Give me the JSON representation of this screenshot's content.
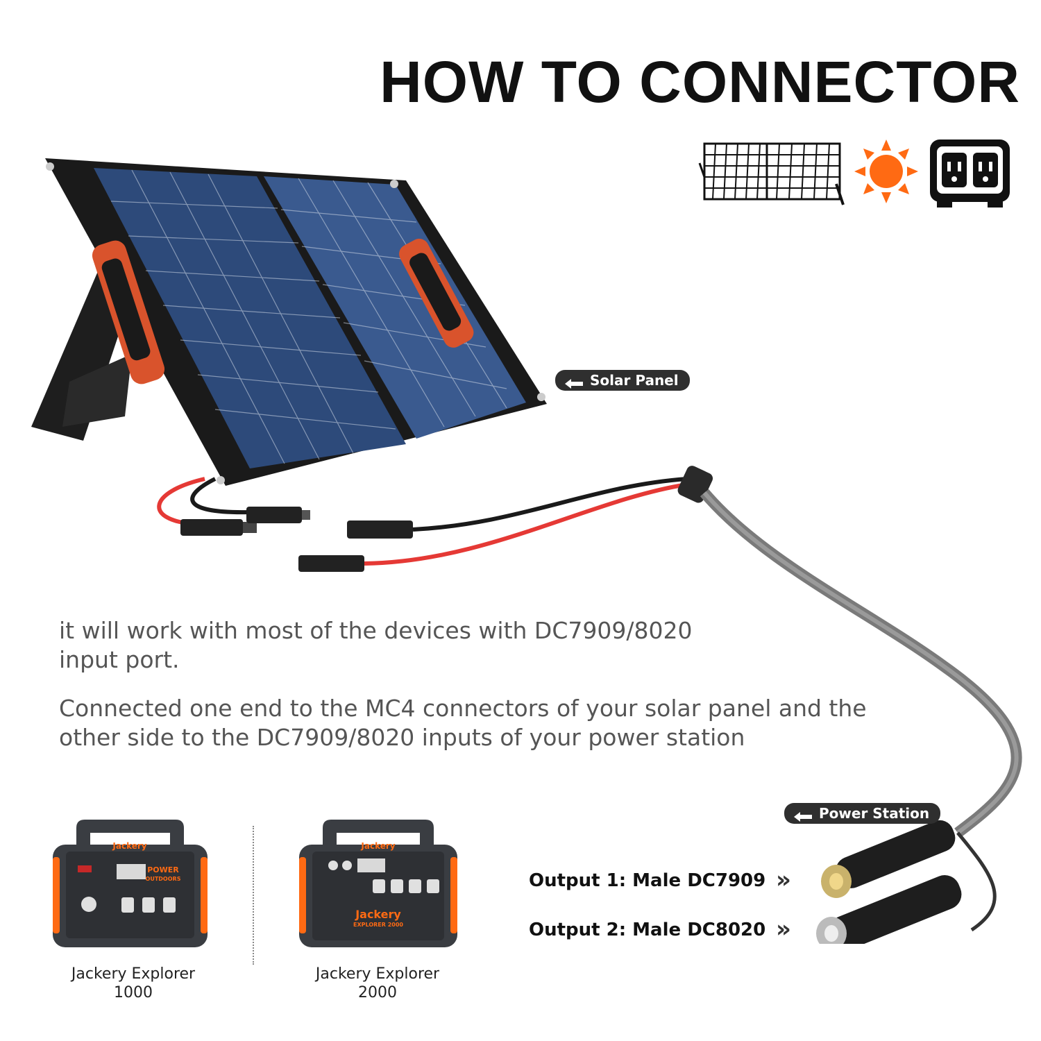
{
  "title": "HOW TO CONNECTOR",
  "labels": {
    "solar_panel": "Solar Panel",
    "power_station": "Power Station"
  },
  "description": {
    "line1": "it will work with most of the devices with DC7909/8020",
    "line2": "input port.",
    "line3": "Connected one end to the MC4 connectors of your solar panel and the",
    "line4": "other side to the DC7909/8020 inputs of your power station"
  },
  "outputs": [
    {
      "label": "Output 1: Male DC7909"
    },
    {
      "label": "Output 2: Male DC8020"
    }
  ],
  "chevron": "»",
  "devices": [
    {
      "line1": "Jackery Explorer",
      "line2": "1000",
      "brand": "Jackery",
      "badge": "POWER\nOUTDOORS"
    },
    {
      "line1": "Jackery Explorer",
      "line2": "2000",
      "brand": "Jackery",
      "badge": "EXPLORER 2000"
    }
  ],
  "colors": {
    "accent_orange": "#ff6a13",
    "panel_blue": "#2d4a7a",
    "cable_red": "#e53935",
    "cable_black": "#1a1a1a",
    "cable_gray": "#7a7a7a"
  },
  "icons": [
    "solar-panel-icon",
    "sun-icon",
    "power-outlet-icon"
  ]
}
